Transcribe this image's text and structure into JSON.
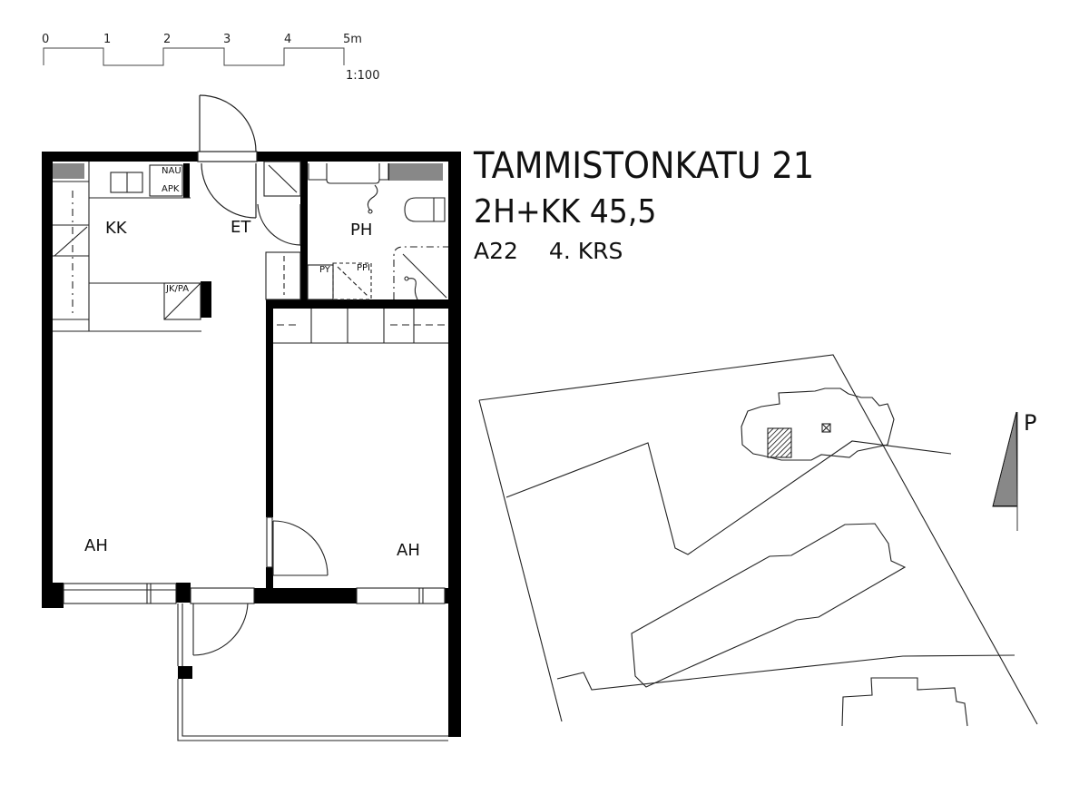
{
  "scale_bar": {
    "ticks": [
      "0",
      "1",
      "2",
      "3",
      "4",
      "5m"
    ],
    "ratio": "1:100"
  },
  "header": {
    "address": "TAMMISTONKATU 21",
    "apartment_type": "2H+KK 45,5",
    "apartment_id": "A22",
    "floor": "4. KRS"
  },
  "rooms": {
    "kitchen": "KK",
    "entry": "ET",
    "bathroom": "PH",
    "living_room": "AH",
    "bedroom": "AH"
  },
  "fixtures": {
    "dishwasher": "NAU",
    "dishwasher_2": "APK",
    "fridge_freezer": "JK/PA",
    "washer": "PY",
    "dryer": "PPI"
  },
  "site_plan": {
    "north_label": "P"
  },
  "colors": {
    "wall": "#000000",
    "line": "#222222",
    "background": "#ffffff"
  }
}
